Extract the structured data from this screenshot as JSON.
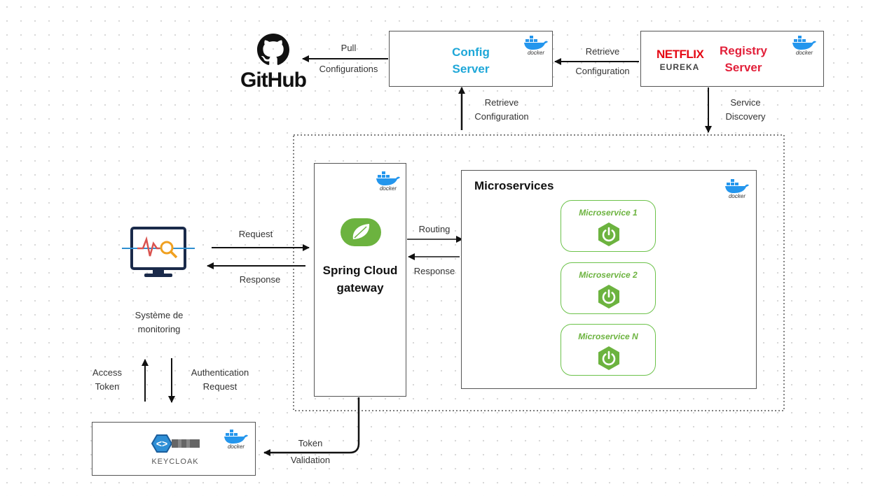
{
  "github": {
    "logo_text": "GitHub"
  },
  "config_server": {
    "title_line1": "Config",
    "title_line2": "Server"
  },
  "registry_server": {
    "netflix_text": "NETFLIX",
    "eureka_text": "EUREKA",
    "title_line1": "Registry",
    "title_line2": "Server"
  },
  "gateway": {
    "title_line1": "Spring Cloud",
    "title_line2": "gateway"
  },
  "microservices": {
    "title": "Microservices",
    "items": [
      {
        "label": "Microservice 1"
      },
      {
        "label": "Microservice 2"
      },
      {
        "label": "Microservice N"
      }
    ]
  },
  "monitoring": {
    "label_line1": "Système de",
    "label_line2": "monitoring"
  },
  "keycloak": {
    "logo_text": "KEYCLOAK"
  },
  "docker_text": "docker",
  "edges": {
    "pull": {
      "line1": "Pull",
      "line2": "Configurations"
    },
    "retrieve_top": {
      "line1": "Retrieve",
      "line2": "Configuration"
    },
    "retrieve_gateway": {
      "line1": "Retrieve",
      "line2": "Configuration"
    },
    "service_discovery": {
      "line1": "Service",
      "line2": "Discovery"
    },
    "request": {
      "text": "Request"
    },
    "response_left": {
      "text": "Response"
    },
    "routing": {
      "text": "Routing"
    },
    "response_right": {
      "text": "Response"
    },
    "access_token": {
      "line1": "Access",
      "line2": "Token"
    },
    "auth_request": {
      "line1": "Authentication",
      "line2": "Request"
    },
    "token_validation": {
      "line1": "Token",
      "line2": "Validation"
    }
  },
  "colors": {
    "config_title": "#1ea7d8",
    "registry_title": "#e2203a",
    "netflix": "#e50914",
    "docker": "#2496ed",
    "spring": "#6cb33f",
    "arrow": "#111111"
  }
}
